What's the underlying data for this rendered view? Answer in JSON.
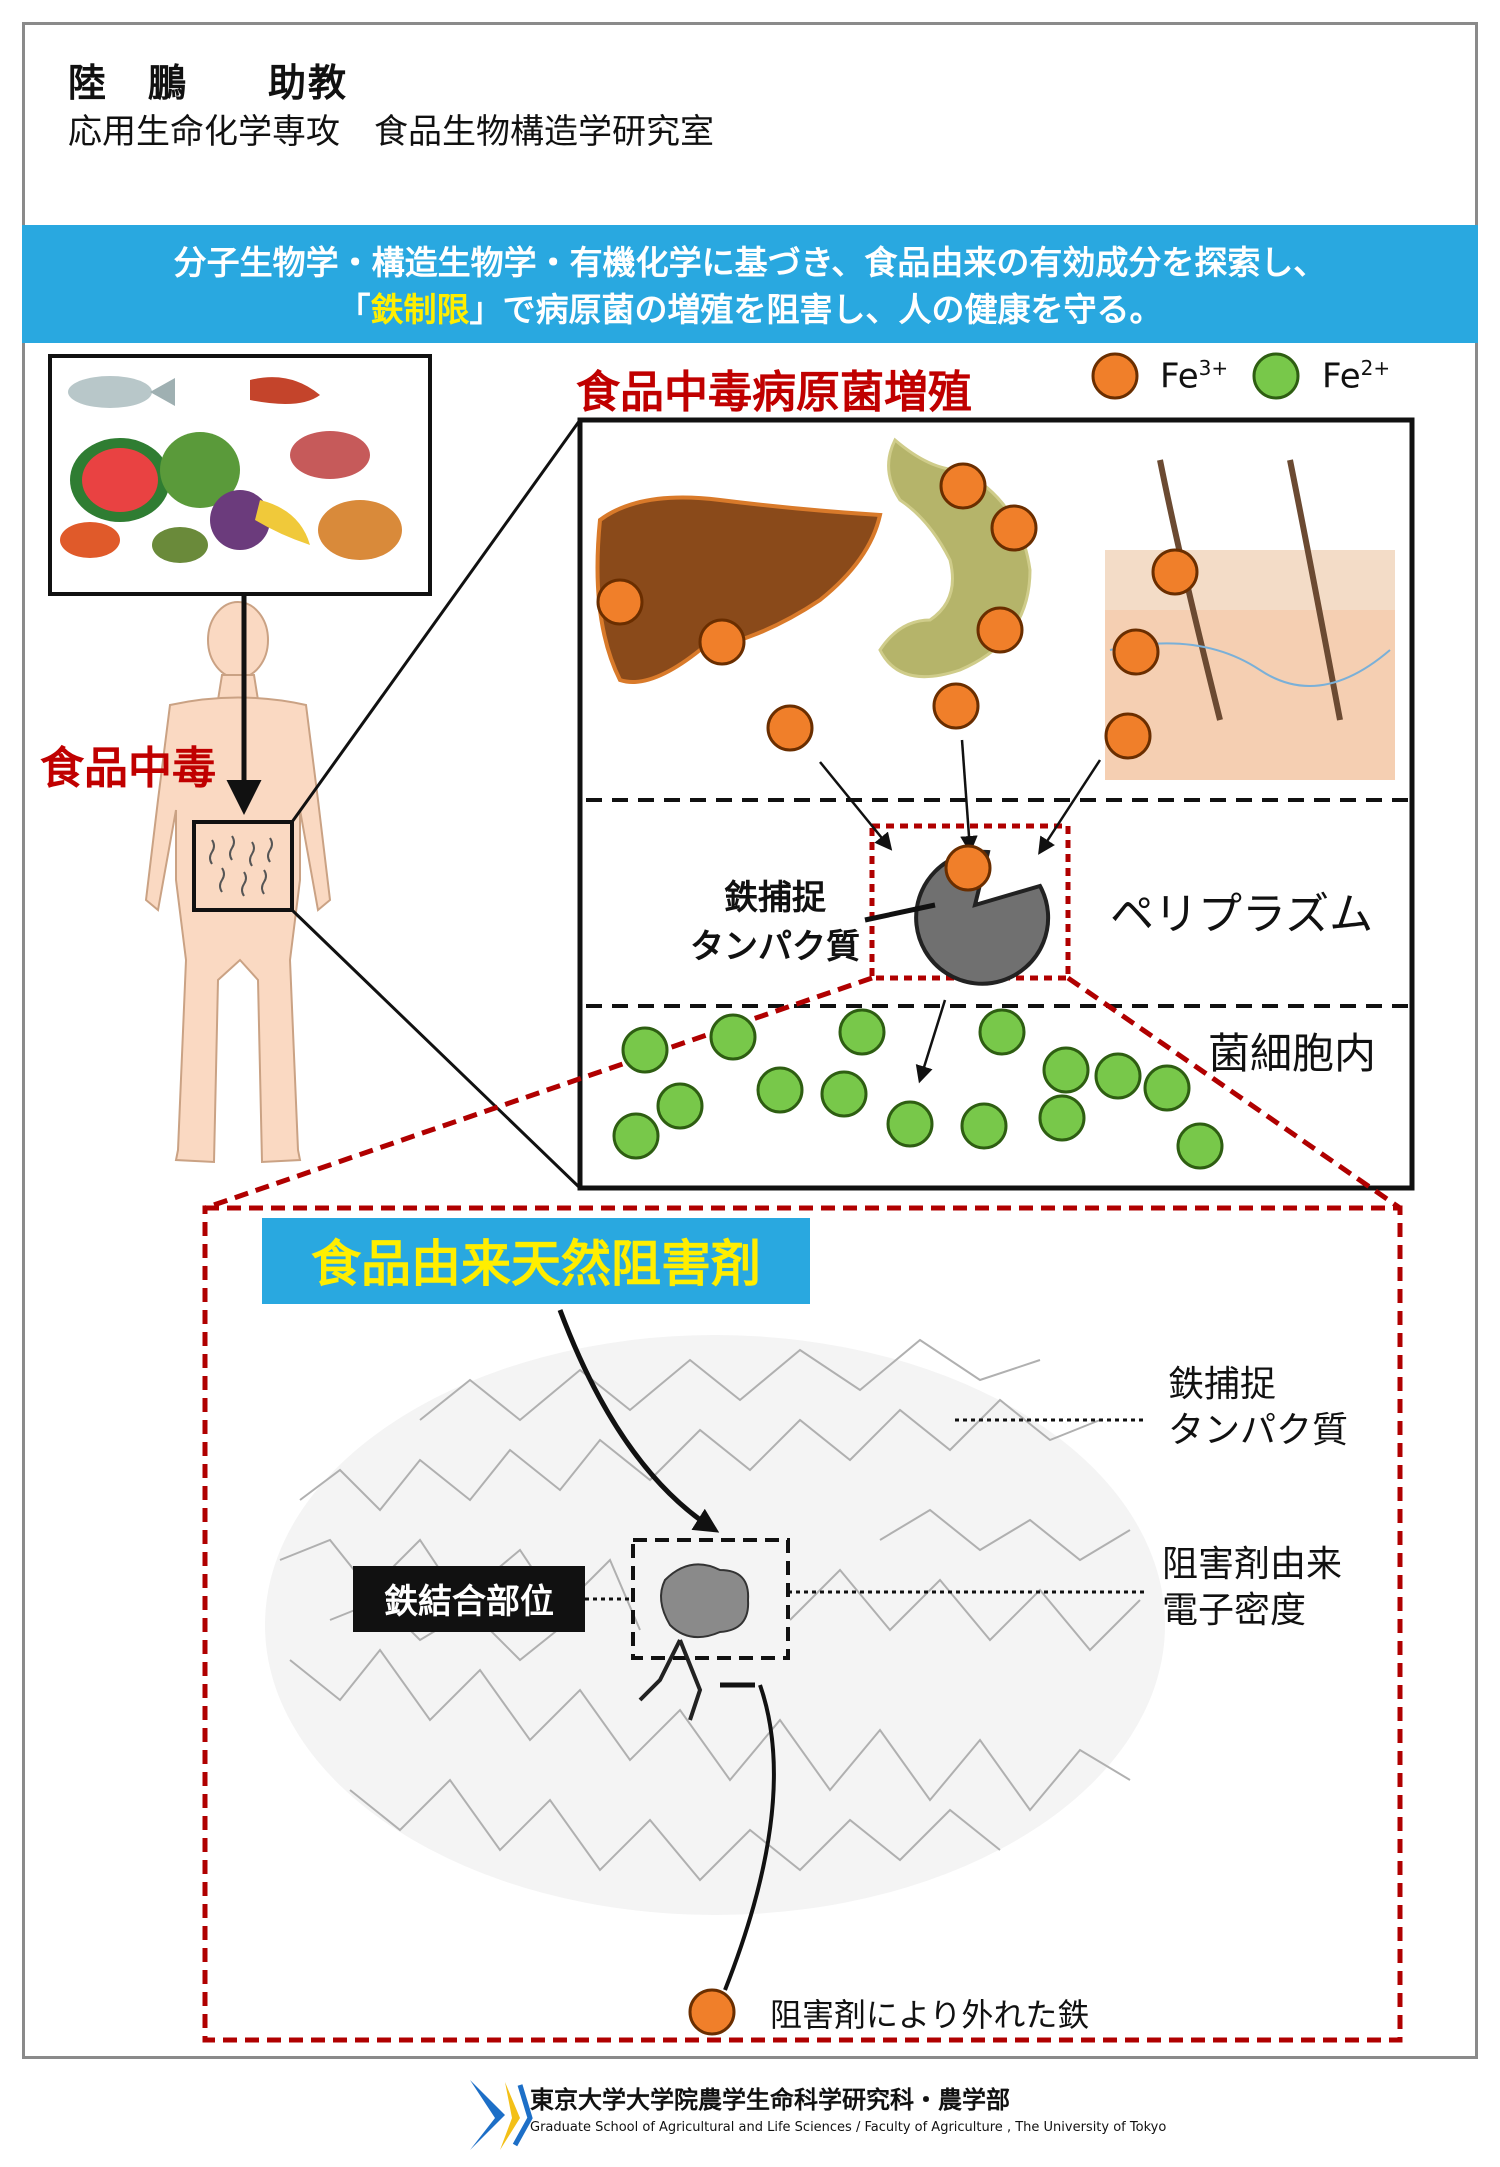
{
  "header": {
    "name": "陸　鵬　　助教",
    "affiliation": "応用生命化学専攻　食品生物構造学研究室"
  },
  "banner": {
    "line1": "分子生物学・構造生物学・有機化学に基づき、食品由来の有効成分を探索し、",
    "line2_open": "「",
    "line2_highlight": "鉄制限",
    "line2_rest": "」で病原菌の増殖を阻害し、人の健康を守る。"
  },
  "diagram": {
    "section_title": "食品中毒病原菌増殖",
    "food_poisoning": "食品中毒",
    "legend": {
      "fe3_base": "Fe",
      "fe3_sup": "3+",
      "fe2_base": "Fe",
      "fe2_sup": "2+"
    },
    "periplasm": "ペリプラズム",
    "intracellular": "菌細胞内",
    "capture_protein_l1": "鉄捕捉",
    "capture_protein_l2": "タンパク質",
    "inhibitor_title": "食品由来天然阻害剤",
    "binding_site": "鉄結合部位",
    "capture_protein2_l1": "鉄捕捉",
    "capture_protein2_l2": "タンパク質",
    "inhibitor_density_l1": "阻害剤由来",
    "inhibitor_density_l2": "電子密度",
    "released_iron": "阻害剤により外れた鉄"
  },
  "colors": {
    "fe3": "#f07f2a",
    "fe2": "#78c84a",
    "banner": "#29a8e0",
    "accent_red": "#c00000",
    "highlight_yellow": "#ffee00"
  },
  "footer": {
    "institution": "東京大学大学院農学生命科学研究科・農学部",
    "institution_en": "Graduate School of Agricultural and Life Sciences / Faculty of Agriculture , The University of Tokyo"
  }
}
